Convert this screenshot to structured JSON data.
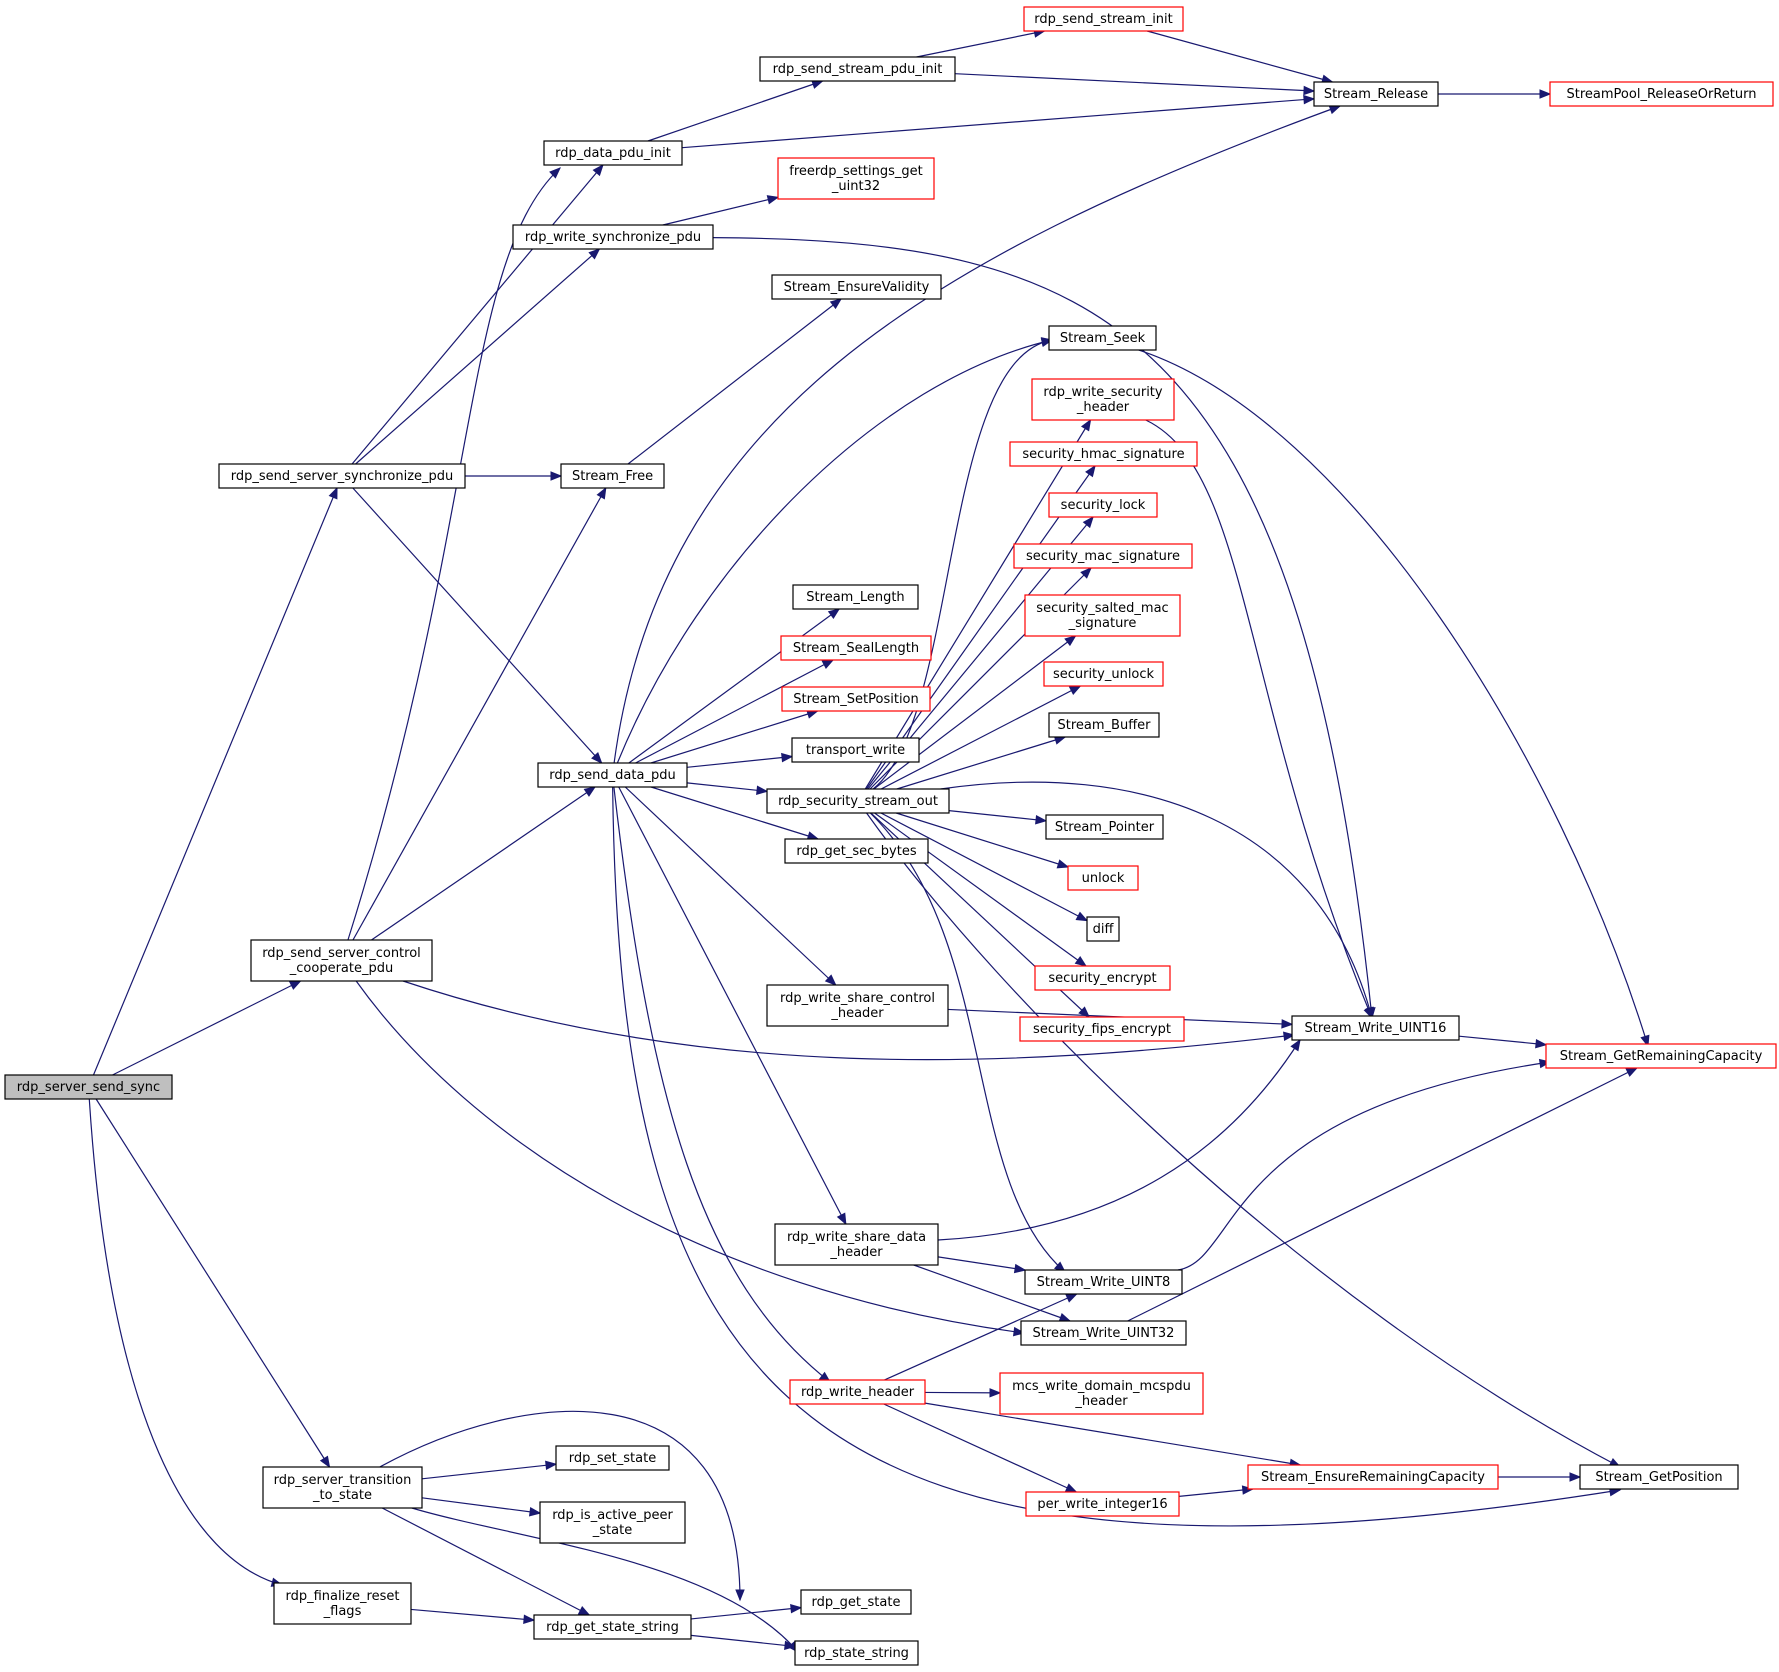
{
  "colors": {
    "edge": "#191970",
    "node_border_default": "#000000",
    "node_border_truncated": "#ff0000",
    "node_fill": "#ffffff",
    "node_fill_root": "#bfbfbf"
  },
  "nodes": [
    {
      "id": "rdp_server_send_sync",
      "lines": [
        "rdp_server_send_sync"
      ],
      "style": "root"
    },
    {
      "id": "rdp_send_server_synchronize_pdu",
      "lines": [
        "rdp_send_server_synchronize_pdu"
      ],
      "style": "default"
    },
    {
      "id": "rdp_send_server_control_cooperate_pdu",
      "lines": [
        "rdp_send_server_control",
        "_cooperate_pdu"
      ],
      "style": "default"
    },
    {
      "id": "rdp_server_transition_to_state",
      "lines": [
        "rdp_server_transition",
        "_to_state"
      ],
      "style": "default"
    },
    {
      "id": "rdp_finalize_reset_flags",
      "lines": [
        "rdp_finalize_reset",
        "_flags"
      ],
      "style": "default"
    },
    {
      "id": "rdp_data_pdu_init",
      "lines": [
        "rdp_data_pdu_init"
      ],
      "style": "default"
    },
    {
      "id": "rdp_write_synchronize_pdu",
      "lines": [
        "rdp_write_synchronize_pdu"
      ],
      "style": "default"
    },
    {
      "id": "Stream_Free",
      "lines": [
        "Stream_Free"
      ],
      "style": "default"
    },
    {
      "id": "rdp_send_data_pdu",
      "lines": [
        "rdp_send_data_pdu"
      ],
      "style": "default"
    },
    {
      "id": "rdp_set_state",
      "lines": [
        "rdp_set_state"
      ],
      "style": "default"
    },
    {
      "id": "rdp_is_active_peer_state",
      "lines": [
        "rdp_is_active_peer",
        "_state"
      ],
      "style": "default"
    },
    {
      "id": "rdp_get_state_string",
      "lines": [
        "rdp_get_state_string"
      ],
      "style": "default"
    },
    {
      "id": "rdp_send_stream_pdu_init",
      "lines": [
        "rdp_send_stream_pdu_init"
      ],
      "style": "default"
    },
    {
      "id": "rdp_send_stream_init",
      "lines": [
        "rdp_send_stream_init"
      ],
      "style": "truncated"
    },
    {
      "id": "freerdp_settings_get_uint32",
      "lines": [
        "freerdp_settings_get",
        "_uint32"
      ],
      "style": "truncated"
    },
    {
      "id": "Stream_EnsureValidity",
      "lines": [
        "Stream_EnsureValidity"
      ],
      "style": "default"
    },
    {
      "id": "Stream_Length",
      "lines": [
        "Stream_Length"
      ],
      "style": "default"
    },
    {
      "id": "Stream_SealLength",
      "lines": [
        "Stream_SealLength"
      ],
      "style": "truncated"
    },
    {
      "id": "Stream_SetPosition",
      "lines": [
        "Stream_SetPosition"
      ],
      "style": "truncated"
    },
    {
      "id": "transport_write",
      "lines": [
        "transport_write"
      ],
      "style": "default"
    },
    {
      "id": "rdp_security_stream_out",
      "lines": [
        "rdp_security_stream_out"
      ],
      "style": "default"
    },
    {
      "id": "rdp_get_sec_bytes",
      "lines": [
        "rdp_get_sec_bytes"
      ],
      "style": "default"
    },
    {
      "id": "rdp_write_share_control_header",
      "lines": [
        "rdp_write_share_control",
        "_header"
      ],
      "style": "default"
    },
    {
      "id": "rdp_write_share_data_header",
      "lines": [
        "rdp_write_share_data",
        "_header"
      ],
      "style": "default"
    },
    {
      "id": "rdp_write_header",
      "lines": [
        "rdp_write_header"
      ],
      "style": "truncated"
    },
    {
      "id": "rdp_get_state",
      "lines": [
        "rdp_get_state"
      ],
      "style": "default"
    },
    {
      "id": "rdp_state_string",
      "lines": [
        "rdp_state_string"
      ],
      "style": "default"
    },
    {
      "id": "Stream_Seek",
      "lines": [
        "Stream_Seek"
      ],
      "style": "default"
    },
    {
      "id": "rdp_write_security_header",
      "lines": [
        "rdp_write_security",
        "_header"
      ],
      "style": "truncated"
    },
    {
      "id": "security_hmac_signature",
      "lines": [
        "security_hmac_signature"
      ],
      "style": "truncated"
    },
    {
      "id": "security_lock",
      "lines": [
        "security_lock"
      ],
      "style": "truncated"
    },
    {
      "id": "security_mac_signature",
      "lines": [
        "security_mac_signature"
      ],
      "style": "truncated"
    },
    {
      "id": "security_salted_mac_signature",
      "lines": [
        "security_salted_mac",
        "_signature"
      ],
      "style": "truncated"
    },
    {
      "id": "security_unlock",
      "lines": [
        "security_unlock"
      ],
      "style": "truncated"
    },
    {
      "id": "Stream_Buffer",
      "lines": [
        "Stream_Buffer"
      ],
      "style": "default"
    },
    {
      "id": "Stream_Pointer",
      "lines": [
        "Stream_Pointer"
      ],
      "style": "default"
    },
    {
      "id": "unlock",
      "lines": [
        "unlock"
      ],
      "style": "truncated"
    },
    {
      "id": "diff",
      "lines": [
        "diff"
      ],
      "style": "default"
    },
    {
      "id": "security_encrypt",
      "lines": [
        "security_encrypt"
      ],
      "style": "truncated"
    },
    {
      "id": "security_fips_encrypt",
      "lines": [
        "security_fips_encrypt"
      ],
      "style": "truncated"
    },
    {
      "id": "Stream_Write_UINT8",
      "lines": [
        "Stream_Write_UINT8"
      ],
      "style": "default"
    },
    {
      "id": "Stream_Write_UINT32",
      "lines": [
        "Stream_Write_UINT32"
      ],
      "style": "default"
    },
    {
      "id": "mcs_write_domain_mcspdu_header",
      "lines": [
        "mcs_write_domain_mcspdu",
        "_header"
      ],
      "style": "truncated"
    },
    {
      "id": "per_write_integer16",
      "lines": [
        "per_write_integer16"
      ],
      "style": "truncated"
    },
    {
      "id": "Stream_Release",
      "lines": [
        "Stream_Release"
      ],
      "style": "default"
    },
    {
      "id": "Stream_Write_UINT16",
      "lines": [
        "Stream_Write_UINT16"
      ],
      "style": "default"
    },
    {
      "id": "Stream_EnsureRemainingCapacity",
      "lines": [
        "Stream_EnsureRemainingCapacity"
      ],
      "style": "truncated"
    },
    {
      "id": "StreamPool_ReleaseOrReturn",
      "lines": [
        "StreamPool_ReleaseOrReturn"
      ],
      "style": "truncated"
    },
    {
      "id": "Stream_GetRemainingCapacity",
      "lines": [
        "Stream_GetRemainingCapacity"
      ],
      "style": "truncated"
    },
    {
      "id": "Stream_GetPosition",
      "lines": [
        "Stream_GetPosition"
      ],
      "style": "default"
    }
  ],
  "edges": [
    [
      "rdp_server_send_sync",
      "rdp_send_server_synchronize_pdu"
    ],
    [
      "rdp_server_send_sync",
      "rdp_send_server_control_cooperate_pdu"
    ],
    [
      "rdp_server_send_sync",
      "rdp_server_transition_to_state"
    ],
    [
      "rdp_server_send_sync",
      "rdp_finalize_reset_flags"
    ],
    [
      "rdp_send_server_synchronize_pdu",
      "rdp_data_pdu_init"
    ],
    [
      "rdp_send_server_synchronize_pdu",
      "rdp_write_synchronize_pdu"
    ],
    [
      "rdp_send_server_synchronize_pdu",
      "Stream_Free"
    ],
    [
      "rdp_send_server_synchronize_pdu",
      "rdp_send_data_pdu"
    ],
    [
      "rdp_send_server_control_cooperate_pdu",
      "rdp_data_pdu_init"
    ],
    [
      "rdp_send_server_control_cooperate_pdu",
      "Stream_Free"
    ],
    [
      "rdp_send_server_control_cooperate_pdu",
      "rdp_send_data_pdu"
    ],
    [
      "rdp_send_server_control_cooperate_pdu",
      "Stream_Write_UINT16"
    ],
    [
      "rdp_send_server_control_cooperate_pdu",
      "Stream_Write_UINT32"
    ],
    [
      "rdp_server_transition_to_state",
      "rdp_set_state"
    ],
    [
      "rdp_server_transition_to_state",
      "rdp_is_active_peer_state"
    ],
    [
      "rdp_server_transition_to_state",
      "rdp_get_state_string"
    ],
    [
      "rdp_server_transition_to_state",
      "rdp_get_state"
    ],
    [
      "rdp_server_transition_to_state",
      "rdp_state_string"
    ],
    [
      "rdp_finalize_reset_flags",
      "rdp_get_state_string"
    ],
    [
      "rdp_data_pdu_init",
      "rdp_send_stream_pdu_init"
    ],
    [
      "rdp_data_pdu_init",
      "Stream_Release"
    ],
    [
      "rdp_write_synchronize_pdu",
      "freerdp_settings_get_uint32"
    ],
    [
      "rdp_write_synchronize_pdu",
      "Stream_Write_UINT16"
    ],
    [
      "Stream_Free",
      "Stream_EnsureValidity"
    ],
    [
      "rdp_send_data_pdu",
      "Stream_Release"
    ],
    [
      "rdp_send_data_pdu",
      "Stream_Seek"
    ],
    [
      "rdp_send_data_pdu",
      "Stream_Length"
    ],
    [
      "rdp_send_data_pdu",
      "Stream_SealLength"
    ],
    [
      "rdp_send_data_pdu",
      "Stream_SetPosition"
    ],
    [
      "rdp_send_data_pdu",
      "transport_write"
    ],
    [
      "rdp_send_data_pdu",
      "rdp_security_stream_out"
    ],
    [
      "rdp_send_data_pdu",
      "rdp_get_sec_bytes"
    ],
    [
      "rdp_send_data_pdu",
      "rdp_write_share_control_header"
    ],
    [
      "rdp_send_data_pdu",
      "rdp_write_share_data_header"
    ],
    [
      "rdp_send_data_pdu",
      "rdp_write_header"
    ],
    [
      "rdp_send_data_pdu",
      "Stream_GetPosition"
    ],
    [
      "rdp_get_state_string",
      "rdp_get_state"
    ],
    [
      "rdp_get_state_string",
      "rdp_state_string"
    ],
    [
      "rdp_send_stream_pdu_init",
      "rdp_send_stream_init"
    ],
    [
      "rdp_send_stream_pdu_init",
      "Stream_Release"
    ],
    [
      "rdp_send_stream_init",
      "Stream_Release"
    ],
    [
      "rdp_security_stream_out",
      "Stream_Seek"
    ],
    [
      "rdp_security_stream_out",
      "rdp_write_security_header"
    ],
    [
      "rdp_security_stream_out",
      "security_hmac_signature"
    ],
    [
      "rdp_security_stream_out",
      "security_lock"
    ],
    [
      "rdp_security_stream_out",
      "security_mac_signature"
    ],
    [
      "rdp_security_stream_out",
      "security_salted_mac_signature"
    ],
    [
      "rdp_security_stream_out",
      "security_unlock"
    ],
    [
      "rdp_security_stream_out",
      "Stream_Buffer"
    ],
    [
      "rdp_security_stream_out",
      "Stream_Pointer"
    ],
    [
      "rdp_security_stream_out",
      "unlock"
    ],
    [
      "rdp_security_stream_out",
      "diff"
    ],
    [
      "rdp_security_stream_out",
      "security_encrypt"
    ],
    [
      "rdp_security_stream_out",
      "security_fips_encrypt"
    ],
    [
      "rdp_security_stream_out",
      "Stream_Write_UINT16"
    ],
    [
      "rdp_security_stream_out",
      "Stream_Write_UINT8"
    ],
    [
      "rdp_security_stream_out",
      "Stream_GetPosition"
    ],
    [
      "rdp_write_share_control_header",
      "Stream_Write_UINT16"
    ],
    [
      "rdp_write_share_data_header",
      "Stream_Write_UINT16"
    ],
    [
      "rdp_write_share_data_header",
      "Stream_Write_UINT8"
    ],
    [
      "rdp_write_share_data_header",
      "Stream_Write_UINT32"
    ],
    [
      "rdp_write_header",
      "Stream_Write_UINT8"
    ],
    [
      "rdp_write_header",
      "mcs_write_domain_mcspdu_header"
    ],
    [
      "rdp_write_header",
      "per_write_integer16"
    ],
    [
      "rdp_write_header",
      "Stream_EnsureRemainingCapacity"
    ],
    [
      "Stream_Seek",
      "Stream_GetRemainingCapacity"
    ],
    [
      "rdp_write_security_header",
      "Stream_Write_UINT16"
    ],
    [
      "Stream_Write_UINT8",
      "Stream_GetRemainingCapacity"
    ],
    [
      "Stream_Write_UINT32",
      "Stream_GetRemainingCapacity"
    ],
    [
      "per_write_integer16",
      "Stream_EnsureRemainingCapacity"
    ],
    [
      "Stream_Release",
      "StreamPool_ReleaseOrReturn"
    ],
    [
      "Stream_Write_UINT16",
      "Stream_GetRemainingCapacity"
    ],
    [
      "Stream_EnsureRemainingCapacity",
      "Stream_GetPosition"
    ]
  ]
}
